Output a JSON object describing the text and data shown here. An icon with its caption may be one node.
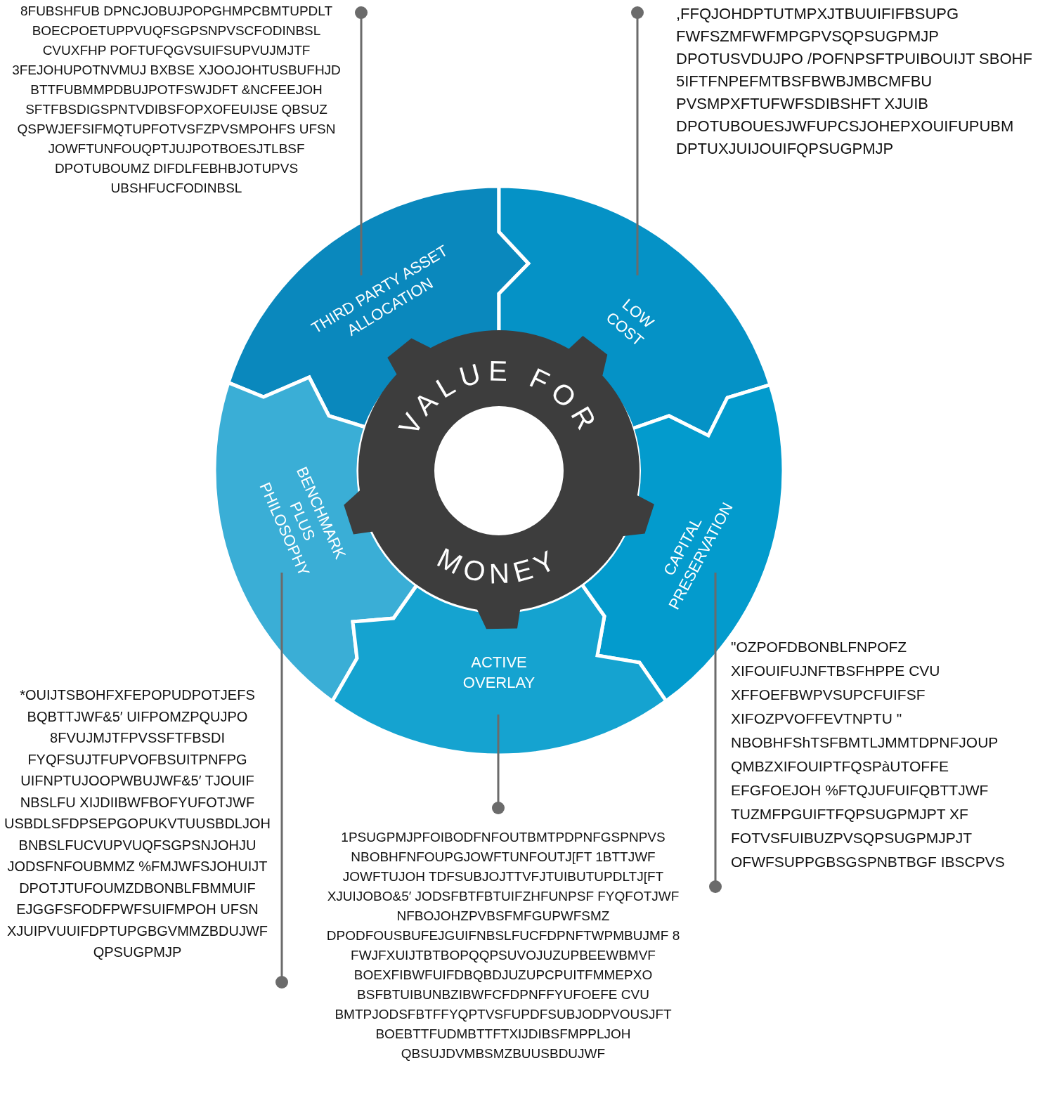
{
  "diagram": {
    "nodes": [
      {
        "text": [
          "8FUBSHFUB DPNCJOBUJPOPGHMPCBMTUPDLT BOECPOETUPPVUQFSGPSNPVSCFODINBSL CVUXFHP POFTUFQGVSUIFSUPVUJMJTF 3FEJOHUPOTNVMUJ BXBSE XJOOJOHTUSBUFHJD BTTFUBMMPDBUJPOTFSWJDFT &NCFEEJOH SFTFBSDIGSPNTVDIBSFOPXOFEUIJSE QBSUZ QSPWJEFSIFMQTUPFOTVSFZPVSMPOHFS UFSN JOWFTUNFOUQPTJUJPOTBOESJTLBSF DPOTUBOUMZ DIFDLFEBHBJOTUPVS UBSHFUCFODINBSL"
        ]
      },
      {
        "text": [
          ",FFQJOHDPTUTMPXJTBUUIFIFBSUPG FWFSZMFWFMPGPVSQPSUGPMJP DPOTUSVDUJPO /POFNPSFTPUIBOUIJT SBOHF 5IFTFNPEFMTBSFBWBJMBCMFBU PVSMPXFTUFWFSDIBSHFT XJUIB DPOTUBOUESJWFUPCSJOHEPXOUIFUPUBM DPTUXJUIJOUIFQPSUGPMJP"
        ]
      },
      {
        "text": [
          "THIRD PARTY ASSET ALLOCATION"
        ]
      },
      {
        "text": [
          "LOW COST"
        ]
      },
      {
        "text": [
          "VALUE FOR",
          "MONEY"
        ]
      },
      {
        "text": [
          "BENCHMARK PLUS PHILOSOPHY"
        ]
      },
      {
        "text": [
          "CAPITAL PRESERVATION"
        ]
      },
      {
        "text": [
          "ACTIVE OVERLAY"
        ]
      },
      {
        "text": [
          "*OUIJTSBOHFXFEPOPUDPOTJEFS BQBTTJWF&5′ UIFPOMZPQUJPO 8FVUJMJTFPVSSFTFBSDI FYQFSUJTFUPVOFBSUITPNFPG UIFNPTUJOOPWBUJWF&5′ TJOUIF NBSLFU XIJDIIBWFBOFYUFOTJWF USBDLSFDPSEPGOPUKVTUUSBDLJOH BNBSLFUCVUPVUQFSGPSNJOHJU JODSFNFOUBMMZ %FMJWFSJOHUIJT DPOTJTUFOUMZDBONBLFBMMUIF EJGGFSFODFPWFSUIFMPOH UFSN XJUIPVUUIFDPTUPGBGVMMZBDUJWF QPSUGPMJP"
        ]
      },
      {
        "text": [
          "\"OZPOFDBONBLFNPOFZ XIFOUIFUJNFTBSFHPPE CVU XFFOEFBWPVSUPCFUIFSF XIFOZPVOFFEVTNPTU \" NBOBHFShTSFBMTLJMMTDPNFJOUP QMBZXIFOUIPTFQSPàUTOFFE EFGFOEJOH %FTQJUFUIFQBTTJWF TUZMFPGUIFTFQPSUGPMJPT XF FOTVSFUIBUZPVSQPSUGPMJPJT OFWFSUPPGBSGSPNBTBGF IBSCPVS"
        ]
      },
      {
        "text": [
          "1PSUGPMJPFOIBODFNFOUTBMTPDPNFGSPNPVS NBOBHFNFOUPGJOWFTUNFOUTJ[FT 1BTTJWF JOWFTUJOH TDFSUBJOJTTVFJTUIBUTUPDLTJ[FT XJUIJOBO&5′ JODSFBTFBTUIFZHFUNPSF FYQFOTJWF NFBOJOHZPVBSFMFGUPWFSMZ DPODFOUSBUFEJGUIFNBSLFUCFDPNFTWPMBUJMF 8 FWJFXUIJTBTBOPQQPSUVOJUZUPBEEWBMVF BOEXFIBWFUIFDBQBDJUZUPCPUITFMMEPXO BSFBTUIBUNBZIBWFCFDPNFFYUFOEFE CVU BMTPJODSFBTFFYQPTVSFUPDFSUBJODPVOUSJFT BOEBTTFUDMBTTFTXIJDIBSFMPPLJOH QBSUJDVMBSMZBUUSBDUJWF"
        ]
      }
    ],
    "edges": [
      {
        "from": 0,
        "to": 2,
        "arrow": "other"
      },
      {
        "from": 1,
        "to": 3,
        "arrow": "other"
      },
      {
        "from": 8,
        "to": 5,
        "arrow": "other"
      },
      {
        "from": 9,
        "to": 6,
        "arrow": "other"
      },
      {
        "from": 10,
        "to": 7,
        "arrow": "other"
      }
    ]
  }
}
